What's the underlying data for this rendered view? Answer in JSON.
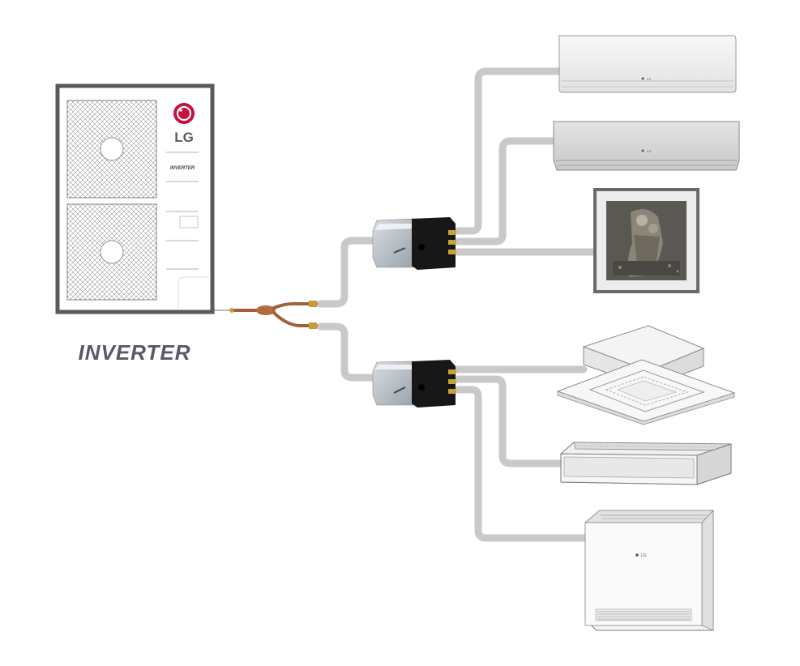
{
  "outdoor_unit": {
    "brand": "LG",
    "panel_label": "INVERTER"
  },
  "caption": "INVERTER",
  "indoor_units": {
    "wall_mounted_1": {
      "brand_mark": "LG"
    },
    "wall_mounted_2": {
      "brand_mark": "LG"
    },
    "standing_console": {
      "brand_mark": "LG"
    }
  },
  "colors": {
    "pipe": "#c9c9c9",
    "lg_logo": "#c4133f",
    "inverter_text": "#565a66",
    "unit_frame": "#5a5a5a"
  }
}
